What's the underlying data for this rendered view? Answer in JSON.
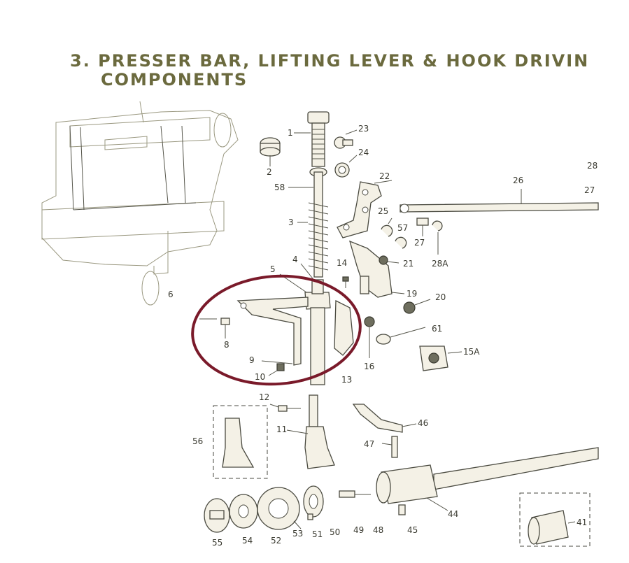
{
  "title": {
    "line1": "3. PRESSER BAR, LIFTING LEVER & HOOK DRIVIN",
    "line2": "COMPONENTS"
  },
  "highlight_color": "#7a1a2a",
  "labels": {
    "p1": "1",
    "p2": "2",
    "p3": "3",
    "p4": "4",
    "p5": "5",
    "p6": "6",
    "p8": "8",
    "p9": "9",
    "p10": "10",
    "p11": "11",
    "p12": "12",
    "p13": "13",
    "p14": "14",
    "p15a": "15A",
    "p16": "16",
    "p19": "19",
    "p20": "20",
    "p21": "21",
    "p22": "22",
    "p23": "23",
    "p24": "24",
    "p25": "25",
    "p26": "26",
    "p27": "27",
    "p27b": "27",
    "p28": "28",
    "p28a": "28A",
    "p41": "41",
    "p44": "44",
    "p45": "45",
    "p46": "46",
    "p47": "47",
    "p48": "48",
    "p49": "49",
    "p50": "50",
    "p51": "51",
    "p52": "52",
    "p53": "53",
    "p54": "54",
    "p55": "55",
    "p56": "56",
    "p57": "57",
    "p58": "58",
    "p61": "61"
  }
}
